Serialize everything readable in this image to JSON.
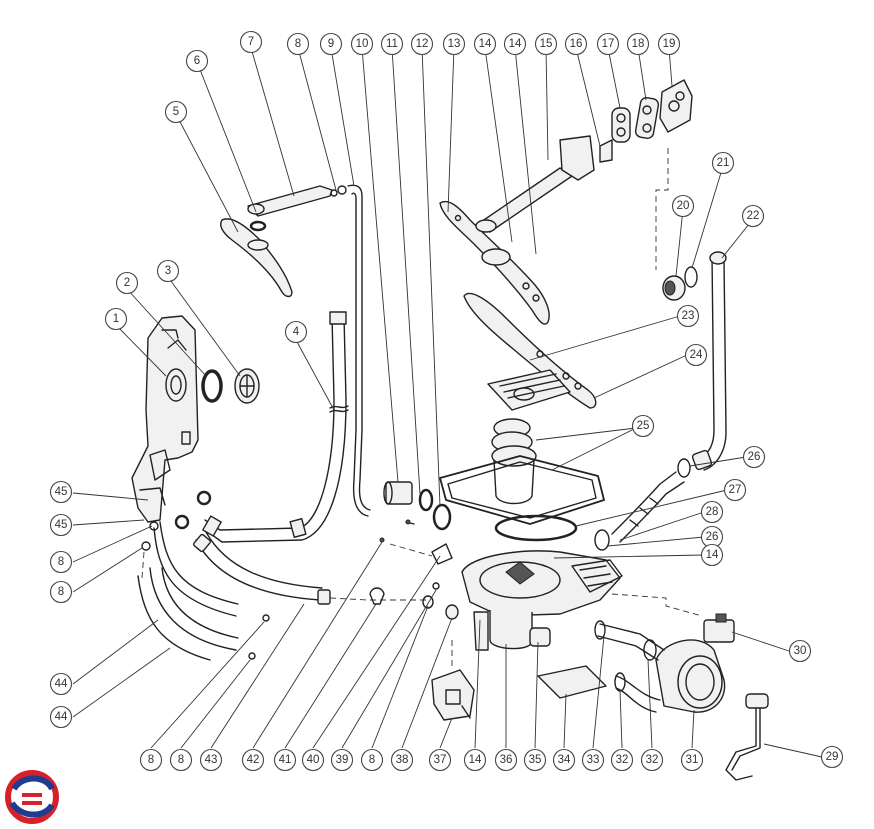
{
  "logo": {
    "colors": {
      "red": "#d6202a",
      "blue": "#1f3d8f"
    }
  },
  "callouts": [
    {
      "id": "c1",
      "label": "1"
    },
    {
      "id": "c2",
      "label": "2"
    },
    {
      "id": "c3",
      "label": "3"
    },
    {
      "id": "c4",
      "label": "4"
    },
    {
      "id": "c5",
      "label": "5"
    },
    {
      "id": "c6",
      "label": "6"
    },
    {
      "id": "c7",
      "label": "7"
    },
    {
      "id": "c8a",
      "label": "8"
    },
    {
      "id": "c9",
      "label": "9"
    },
    {
      "id": "c10",
      "label": "10"
    },
    {
      "id": "c11",
      "label": "11"
    },
    {
      "id": "c12",
      "label": "12"
    },
    {
      "id": "c13",
      "label": "13"
    },
    {
      "id": "c14a",
      "label": "14"
    },
    {
      "id": "c14b",
      "label": "14"
    },
    {
      "id": "c15",
      "label": "15"
    },
    {
      "id": "c16",
      "label": "16"
    },
    {
      "id": "c17",
      "label": "17"
    },
    {
      "id": "c18",
      "label": "18"
    },
    {
      "id": "c19",
      "label": "19"
    },
    {
      "id": "c20",
      "label": "20"
    },
    {
      "id": "c21",
      "label": "21"
    },
    {
      "id": "c22",
      "label": "22"
    },
    {
      "id": "c23",
      "label": "23"
    },
    {
      "id": "c24",
      "label": "24"
    },
    {
      "id": "c25",
      "label": "25"
    },
    {
      "id": "c26a",
      "label": "26"
    },
    {
      "id": "c27",
      "label": "27"
    },
    {
      "id": "c28",
      "label": "28"
    },
    {
      "id": "c26b",
      "label": "26"
    },
    {
      "id": "c14c",
      "label": "14"
    },
    {
      "id": "c30",
      "label": "30"
    },
    {
      "id": "c29",
      "label": "29"
    },
    {
      "id": "c45a",
      "label": "45"
    },
    {
      "id": "c45b",
      "label": "45"
    },
    {
      "id": "c8b",
      "label": "8"
    },
    {
      "id": "c8c",
      "label": "8"
    },
    {
      "id": "c44a",
      "label": "44"
    },
    {
      "id": "c44b",
      "label": "44"
    },
    {
      "id": "c8d",
      "label": "8"
    },
    {
      "id": "c8e",
      "label": "8"
    },
    {
      "id": "c43",
      "label": "43"
    },
    {
      "id": "c42",
      "label": "42"
    },
    {
      "id": "c41",
      "label": "41"
    },
    {
      "id": "c40",
      "label": "40"
    },
    {
      "id": "c39",
      "label": "39"
    },
    {
      "id": "c8f",
      "label": "8"
    },
    {
      "id": "c38",
      "label": "38"
    },
    {
      "id": "c37",
      "label": "37"
    },
    {
      "id": "c14d",
      "label": "14"
    },
    {
      "id": "c36",
      "label": "36"
    },
    {
      "id": "c35",
      "label": "35"
    },
    {
      "id": "c34",
      "label": "34"
    },
    {
      "id": "c33",
      "label": "33"
    },
    {
      "id": "c32a",
      "label": "32"
    },
    {
      "id": "c32b",
      "label": "32"
    },
    {
      "id": "c31",
      "label": "31"
    }
  ]
}
